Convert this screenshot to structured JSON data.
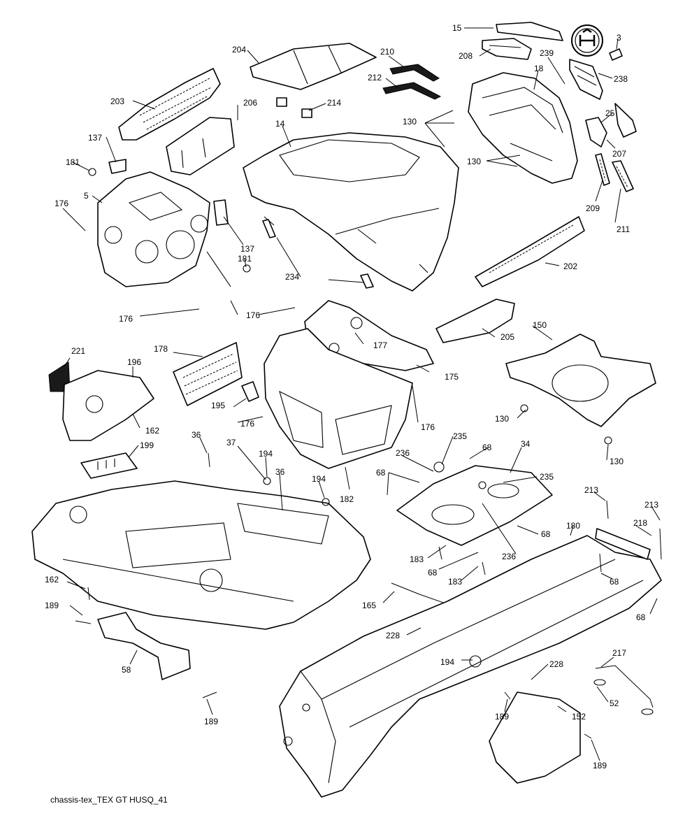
{
  "caption": "chassis-tex_TEX GT HUSQ_41",
  "callouts": [
    {
      "label": "15"
    },
    {
      "label": "3"
    },
    {
      "label": "204"
    },
    {
      "label": "210"
    },
    {
      "label": "208"
    },
    {
      "label": "239"
    },
    {
      "label": "18"
    },
    {
      "label": "238"
    },
    {
      "label": "212"
    },
    {
      "label": "206"
    },
    {
      "label": "214"
    },
    {
      "label": "203"
    },
    {
      "label": "130"
    },
    {
      "label": "25"
    },
    {
      "label": "14"
    },
    {
      "label": "137"
    },
    {
      "label": "207"
    },
    {
      "label": "181"
    },
    {
      "label": "130"
    },
    {
      "label": "5"
    },
    {
      "label": "176"
    },
    {
      "label": "209"
    },
    {
      "label": "211"
    },
    {
      "label": "137"
    },
    {
      "label": "181"
    },
    {
      "label": "202"
    },
    {
      "label": "234"
    },
    {
      "label": "176"
    },
    {
      "label": "176"
    },
    {
      "label": "177"
    },
    {
      "label": "150"
    },
    {
      "label": "205"
    },
    {
      "label": "221"
    },
    {
      "label": "178"
    },
    {
      "label": "196"
    },
    {
      "label": "175"
    },
    {
      "label": "195"
    },
    {
      "label": "130"
    },
    {
      "label": "176"
    },
    {
      "label": "176"
    },
    {
      "label": "162"
    },
    {
      "label": "130"
    },
    {
      "label": "36"
    },
    {
      "label": "37"
    },
    {
      "label": "235"
    },
    {
      "label": "199"
    },
    {
      "label": "194"
    },
    {
      "label": "36"
    },
    {
      "label": "236"
    },
    {
      "label": "68"
    },
    {
      "label": "34"
    },
    {
      "label": "194"
    },
    {
      "label": "68"
    },
    {
      "label": "235"
    },
    {
      "label": "182"
    },
    {
      "label": "213"
    },
    {
      "label": "213"
    },
    {
      "label": "180"
    },
    {
      "label": "218"
    },
    {
      "label": "68"
    },
    {
      "label": "236"
    },
    {
      "label": "183"
    },
    {
      "label": "68"
    },
    {
      "label": "183"
    },
    {
      "label": "68"
    },
    {
      "label": "162"
    },
    {
      "label": "165"
    },
    {
      "label": "68"
    },
    {
      "label": "189"
    },
    {
      "label": "228"
    },
    {
      "label": "217"
    },
    {
      "label": "194"
    },
    {
      "label": "228"
    },
    {
      "label": "58"
    },
    {
      "label": "52"
    },
    {
      "label": "189"
    },
    {
      "label": "152"
    },
    {
      "label": "189"
    },
    {
      "label": "189"
    }
  ]
}
